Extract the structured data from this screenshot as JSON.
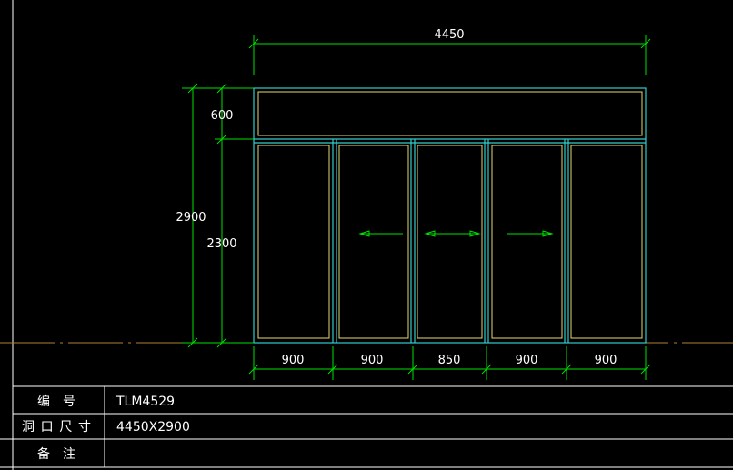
{
  "drawing": {
    "overall_width": "4450",
    "overall_height": "2900",
    "transom_height": "600",
    "door_height": "2300",
    "panel_widths": [
      "900",
      "900",
      "850",
      "900",
      "900"
    ]
  },
  "table": {
    "rows": [
      {
        "label": "编 号",
        "value": "TLM4529"
      },
      {
        "label": "洞口尺寸",
        "value": "4450X2900"
      },
      {
        "label": "备 注",
        "value": ""
      }
    ]
  },
  "colors": {
    "background": "#000000",
    "frame": "#33cccc",
    "glass": "#e6d870",
    "dimension": "#00e000",
    "text": "#ffffff",
    "table_line": "#ffffff",
    "ground": "#b08030"
  }
}
